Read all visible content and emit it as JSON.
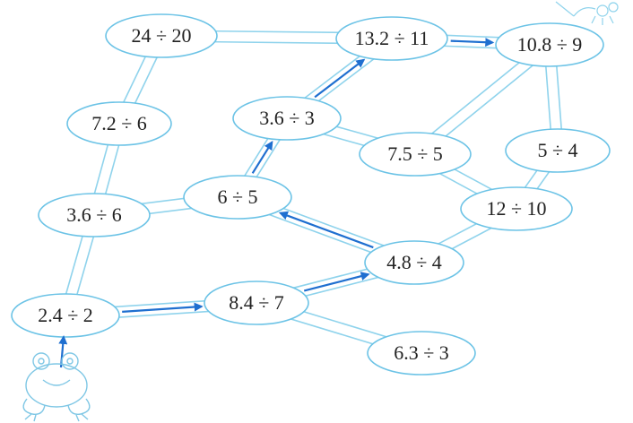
{
  "nodes": [
    {
      "id": "n24_20",
      "label": "24 ÷ 20"
    },
    {
      "id": "n13_11",
      "label": "13.2 ÷ 11"
    },
    {
      "id": "n10_9",
      "label": "10.8 ÷ 9"
    },
    {
      "id": "n7_6",
      "label": "7.2 ÷ 6"
    },
    {
      "id": "n36_3",
      "label": "3.6 ÷ 3"
    },
    {
      "id": "n75_5",
      "label": "7.5 ÷ 5"
    },
    {
      "id": "n5_4",
      "label": "5 ÷ 4"
    },
    {
      "id": "n36_6",
      "label": "3.6 ÷ 6"
    },
    {
      "id": "n6_5",
      "label": "6 ÷ 5"
    },
    {
      "id": "n12_10",
      "label": "12 ÷ 10"
    },
    {
      "id": "n48_4",
      "label": "4.8 ÷ 4"
    },
    {
      "id": "n24_2",
      "label": "2.4 ÷ 2"
    },
    {
      "id": "n84_7",
      "label": "8.4 ÷ 7"
    },
    {
      "id": "n63_3",
      "label": "6.3 ÷ 3"
    }
  ],
  "bridges": [
    [
      "n24_20",
      "n13_11"
    ],
    [
      "n24_20",
      "n7_6"
    ],
    [
      "n13_11",
      "n10_9"
    ],
    [
      "n13_11",
      "n36_3"
    ],
    [
      "n10_9",
      "n75_5"
    ],
    [
      "n10_9",
      "n5_4"
    ],
    [
      "n7_6",
      "n36_6"
    ],
    [
      "n36_3",
      "n6_5"
    ],
    [
      "n36_3",
      "n75_5"
    ],
    [
      "n75_5",
      "n12_10"
    ],
    [
      "n5_4",
      "n12_10"
    ],
    [
      "n36_6",
      "n6_5"
    ],
    [
      "n36_6",
      "n24_2"
    ],
    [
      "n6_5",
      "n48_4"
    ],
    [
      "n12_10",
      "n48_4"
    ],
    [
      "n24_2",
      "n84_7"
    ],
    [
      "n84_7",
      "n48_4"
    ],
    [
      "n84_7",
      "n63_3"
    ]
  ],
  "path": [
    "n24_2",
    "n84_7",
    "n48_4",
    "n6_5",
    "n36_3",
    "n13_11",
    "n10_9"
  ],
  "colors": {
    "bridge": "#8fd3ec",
    "oval_stroke": "#6cc3e6",
    "arrow": "#1f6fd0"
  },
  "icons": {
    "frog": "frog-icon",
    "fly": "fly-icon"
  }
}
